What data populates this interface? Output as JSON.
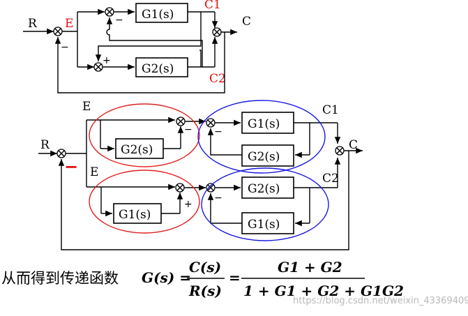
{
  "top_diagram": {
    "input": "R",
    "error": "E",
    "output": "C",
    "g1_block": "G1(s)",
    "g2_block": "G2(s)",
    "c1_label": "C1",
    "c2_label": "C2",
    "sign_minus": "−",
    "sign_plus": "+"
  },
  "bottom_diagram": {
    "input": "R",
    "output": "C",
    "e_upper": "E",
    "e_lower": "E",
    "g2_upper_inner": "G2(s)",
    "g1_upper_forward": "G1(s)",
    "g2_upper_feedback": "G2(s)",
    "g1_lower_inner": "G1(s)",
    "g2_lower_forward": "G2(s)",
    "g1_lower_feedback": "G1(s)",
    "c1_label": "C1",
    "c2_label": "C2",
    "sign_minus": "−",
    "sign_plus": "+",
    "red_minus": "−"
  },
  "formula": {
    "prefix": "从而得到传递函数",
    "lhs": "G(s) =",
    "mid_num": "C(s)",
    "mid_den": "R(s)",
    "eq": "=",
    "rhs_num": "G1 + G2",
    "rhs_den": "1 + G1 + G2 + G1G2"
  },
  "watermark": "https://blog.csdn.net/weixin_43369409",
  "colors": {
    "red": "#e01010",
    "blue_ellipse": "#1a1ae0",
    "red_ellipse": "#e02020",
    "line": "#000000"
  }
}
